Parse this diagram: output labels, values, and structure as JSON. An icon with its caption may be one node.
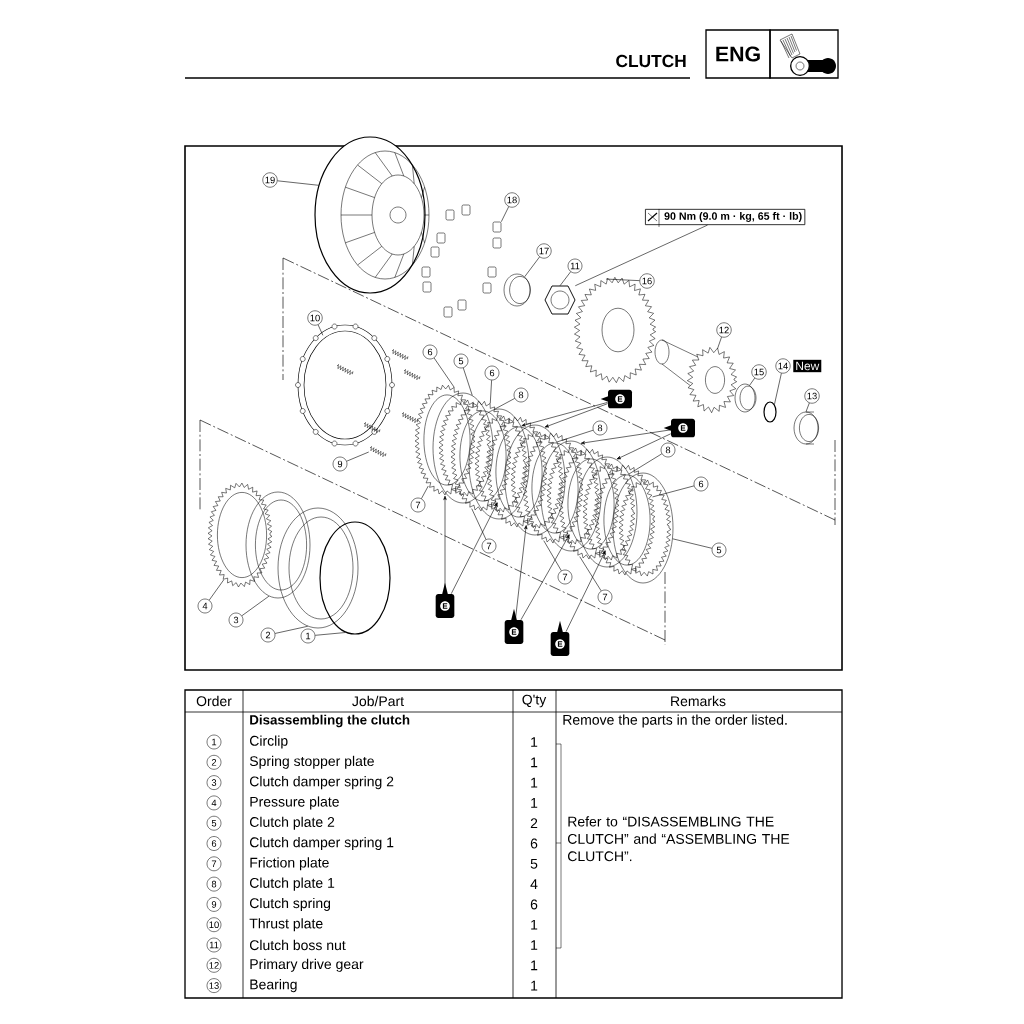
{
  "diagram": {
    "title": "CLUTCH",
    "nodes": [
      {
        "text": [
          "19"
        ]
      },
      {
        "text": [
          "18"
        ]
      },
      {
        "text": [
          "90 Nm (9.0 m · kg, 65 ft · lb)"
        ]
      },
      {
        "text": [
          "17"
        ]
      },
      {
        "text": [
          "11"
        ]
      },
      {
        "text": [
          "16"
        ]
      },
      {
        "text": [
          "10"
        ]
      },
      {
        "text": [
          "12"
        ]
      },
      {
        "text": [
          "15"
        ]
      },
      {
        "text": [
          "14"
        ],
        "beside": [
          "New"
        ]
      },
      {
        "text": [
          "13"
        ]
      },
      {
        "text": [
          "6"
        ]
      },
      {
        "text": [
          "5"
        ]
      },
      {
        "text": [
          "6"
        ]
      },
      {
        "text": [
          "8"
        ]
      },
      {
        "text": [
          "E"
        ]
      },
      {
        "text": [
          "8"
        ]
      },
      {
        "text": [
          "E"
        ]
      },
      {
        "text": [
          "9"
        ]
      },
      {
        "text": [
          "8"
        ]
      },
      {
        "text": [
          "6"
        ]
      },
      {
        "text": [
          "7"
        ]
      },
      {
        "text": [
          "7"
        ]
      },
      {
        "text": [
          "5"
        ]
      },
      {
        "text": [
          "7"
        ]
      },
      {
        "text": [
          "7"
        ]
      },
      {
        "text": [
          "4"
        ]
      },
      {
        "text": [
          "3"
        ]
      },
      {
        "text": [
          "E"
        ]
      },
      {
        "text": [
          "2"
        ]
      },
      {
        "text": [
          "1"
        ]
      },
      {
        "text": [
          "E"
        ]
      },
      {
        "text": [
          "E"
        ]
      },
      {
        "text": [],
        "shape": "picture"
      },
      {
        "text": [],
        "shape": "box"
      },
      {
        "text": [],
        "shape": "box"
      },
      {
        "text": [],
        "shape": "box"
      },
      {
        "text": [],
        "shape": "box"
      },
      {
        "text": [],
        "shape": "box"
      },
      {
        "text": [],
        "shape": "box"
      },
      {
        "text": [],
        "shape": "box"
      },
      {
        "text": [],
        "shape": "box"
      },
      {
        "text": [],
        "shape": "box"
      },
      {
        "text": [],
        "shape": "box"
      },
      {
        "text": [],
        "shape": "box"
      },
      {
        "text": [],
        "shape": "box"
      },
      {
        "text": [],
        "shape": "picture"
      },
      {
        "text": [],
        "shape": "picture"
      },
      {
        "text": [],
        "shape": "picture"
      },
      {
        "text": [],
        "shape": "picture"
      },
      {
        "text": [],
        "shape": "picture"
      },
      {
        "text": [],
        "shape": "circle"
      },
      {
        "text": [],
        "shape": "picture"
      },
      {
        "text": [],
        "shape": "picture"
      },
      {
        "text": [],
        "shape": "picture"
      },
      {
        "text": [],
        "shape": "picture",
        "in": 53
      },
      {
        "text": [],
        "shape": "picture"
      },
      {
        "text": [],
        "shape": "picture"
      },
      {
        "text": [],
        "shape": "picture",
        "in": 53
      },
      {
        "text": [],
        "shape": "picture"
      },
      {
        "text": [],
        "shape": "picture"
      },
      {
        "text": [],
        "shape": "picture"
      },
      {
        "text": [],
        "shape": "picture"
      },
      {
        "text": [],
        "shape": "picture"
      },
      {
        "text": [],
        "shape": "picture"
      },
      {
        "text": [],
        "shape": "picture"
      },
      {
        "text": [],
        "shape": "picture"
      },
      {
        "text": [],
        "shape": "picture"
      },
      {
        "text": [],
        "shape": "picture"
      },
      {
        "text": [],
        "shape": "picture"
      },
      {
        "text": [],
        "shape": "picture"
      },
      {
        "text": [],
        "shape": "picture"
      },
      {
        "text": [],
        "shape": "picture"
      },
      {
        "text": [],
        "shape": "picture"
      },
      {
        "text": [],
        "shape": "picture"
      },
      {
        "text": [],
        "shape": "circle"
      }
    ],
    "edges": [
      {
        "from": 0,
        "to": 33,
        "arrow": "none"
      },
      {
        "from": 1,
        "to": 42,
        "arrow": "none"
      },
      {
        "from": 2,
        "to": 47,
        "arrow": "none"
      },
      {
        "from": 3,
        "to": 46,
        "arrow": "none"
      },
      {
        "from": 4,
        "to": 47,
        "arrow": "none"
      },
      {
        "from": 5,
        "to": 48,
        "arrow": "none"
      },
      {
        "from": 6,
        "to": 53,
        "arrow": "none"
      },
      {
        "from": 7,
        "to": 49,
        "arrow": "none"
      },
      {
        "from": 8,
        "to": 50,
        "arrow": "none"
      },
      {
        "from": 9,
        "to": 51,
        "arrow": "none"
      },
      {
        "from": 10,
        "to": 52,
        "arrow": "none"
      },
      {
        "from": 11,
        "to": 60,
        "arrow": "none"
      },
      {
        "from": 12,
        "to": 61,
        "arrow": "none"
      },
      {
        "from": 13,
        "to": 62,
        "arrow": "none"
      },
      {
        "from": 14,
        "to": 63,
        "arrow": "none"
      },
      {
        "from": 15,
        "to": 63,
        "arrow": "to"
      },
      {
        "from": 15,
        "to": 65,
        "arrow": "to"
      },
      {
        "from": 16,
        "to": 65,
        "arrow": "none"
      },
      {
        "from": 17,
        "to": 67,
        "arrow": "to"
      },
      {
        "from": 17,
        "to": 69,
        "arrow": "to"
      },
      {
        "from": 18,
        "to": 59,
        "arrow": "none"
      },
      {
        "from": 19,
        "to": 69,
        "arrow": "none"
      },
      {
        "from": 20,
        "to": 70,
        "arrow": "none"
      },
      {
        "from": 21,
        "to": 60,
        "arrow": "none"
      },
      {
        "from": 22,
        "to": 62,
        "arrow": "none"
      },
      {
        "from": 23,
        "to": 71,
        "arrow": "none"
      },
      {
        "from": 24,
        "to": 66,
        "arrow": "none"
      },
      {
        "from": 25,
        "to": 68,
        "arrow": "none"
      },
      {
        "from": 26,
        "to": 72,
        "arrow": "none"
      },
      {
        "from": 27,
        "to": 73,
        "arrow": "none"
      },
      {
        "from": 28,
        "to": 60,
        "arrow": "to"
      },
      {
        "from": 28,
        "to": 62,
        "arrow": "to"
      },
      {
        "from": 29,
        "to": 74,
        "arrow": "none"
      },
      {
        "from": 30,
        "to": 75,
        "arrow": "none"
      },
      {
        "from": 31,
        "to": 64,
        "arrow": "to"
      },
      {
        "from": 31,
        "to": 66,
        "arrow": "to"
      },
      {
        "from": 32,
        "to": 68,
        "arrow": "to"
      }
    ],
    "labels": [
      "ENG",
      "Order",
      "Job/Part",
      "Q'ty",
      "Remarks",
      "Disassembling the clutch",
      "Remove the parts in the order listed.",
      "1",
      "Circlip",
      "1",
      "2",
      "Spring stopper plate",
      "1",
      "3",
      "Clutch damper spring 2",
      "1",
      "4",
      "Pressure plate",
      "1",
      "5",
      "Clutch plate 2",
      "2",
      "Refer to “DISASSEMBLING THE CLUTCH” and “ASSEMBLING THE CLUTCH”.",
      "6",
      "Clutch damper spring 1",
      "6",
      "7",
      "Friction plate",
      "5",
      "8",
      "Clutch plate 1",
      "4",
      "9",
      "Clutch spring",
      "6",
      "10",
      "Thrust plate",
      "1",
      "11",
      "Clutch boss nut",
      "1",
      "12",
      "Primary drive gear",
      "1",
      "13",
      "Bearing",
      "1"
    ]
  }
}
